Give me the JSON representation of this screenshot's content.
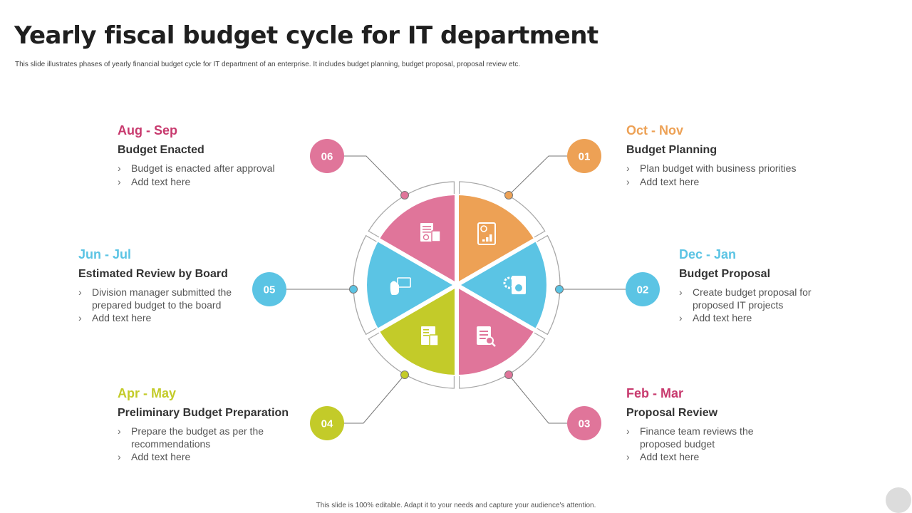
{
  "title": "Yearly fiscal budget cycle for IT department",
  "subtitle": "This slide illustrates phases of yearly financial budget cycle for IT department of an enterprise. It includes budget planning,  budget proposal, proposal review etc.",
  "footer": "This slide is 100% editable.  Adapt it to your needs and capture your audience's attention.",
  "colors": {
    "pink": "#E0759A",
    "orange": "#EDA155",
    "blue": "#5BC4E4",
    "lime": "#C3CB29",
    "period_pink": "#C83A6E",
    "period_orange": "#EDA155",
    "period_blue": "#5BC4E4",
    "period_lime": "#C3CB29"
  },
  "phases": [
    {
      "number": "01",
      "period": "Oct - Nov",
      "heading": "Budget Planning",
      "bullets": [
        "Plan budget with business priorities",
        "Add text here"
      ],
      "icon": "report-chart-icon"
    },
    {
      "number": "02",
      "period": "Dec - Jan",
      "heading": "Budget Proposal",
      "bullets": [
        "Create budget proposal for proposed IT projects",
        "Add text here"
      ],
      "icon": "gear-dollar-document-icon"
    },
    {
      "number": "03",
      "period": "Feb - Mar",
      "heading": "Proposal Review",
      "bullets": [
        "Finance team reviews the proposed budget",
        "Add text here"
      ],
      "icon": "document-search-icon"
    },
    {
      "number": "04",
      "period": "Apr - May",
      "heading": "Preliminary Budget Preparation",
      "bullets": [
        "Prepare the budget as per the recommendations",
        "Add text here"
      ],
      "icon": "calculator-document-icon"
    },
    {
      "number": "05",
      "period": "Jun - Jul",
      "heading": "Estimated Review by Board",
      "bullets": [
        "Division manager submitted the prepared budget to the board",
        "Add text here"
      ],
      "icon": "hand-check-icon"
    },
    {
      "number": "06",
      "period": "Aug - Sep",
      "heading": "Budget Enacted",
      "bullets": [
        "Budget is enacted after approval",
        "Add text here"
      ],
      "icon": "calculator-dollar-icon"
    }
  ]
}
